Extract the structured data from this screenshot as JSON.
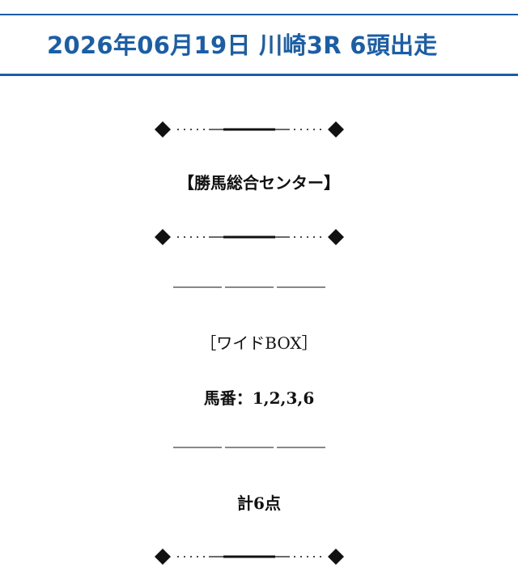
{
  "header": {
    "title": "2026年06月19日 川崎3R 6頭出走"
  },
  "content": {
    "brand": "【勝馬総合センター】",
    "bet_type": "［ワイドBOX］",
    "horse_numbers": "馬番：1,2,3,6",
    "total_points": "計6点"
  },
  "colors": {
    "accent": "#1a5ea8",
    "text": "#111111",
    "background": "#ffffff"
  }
}
